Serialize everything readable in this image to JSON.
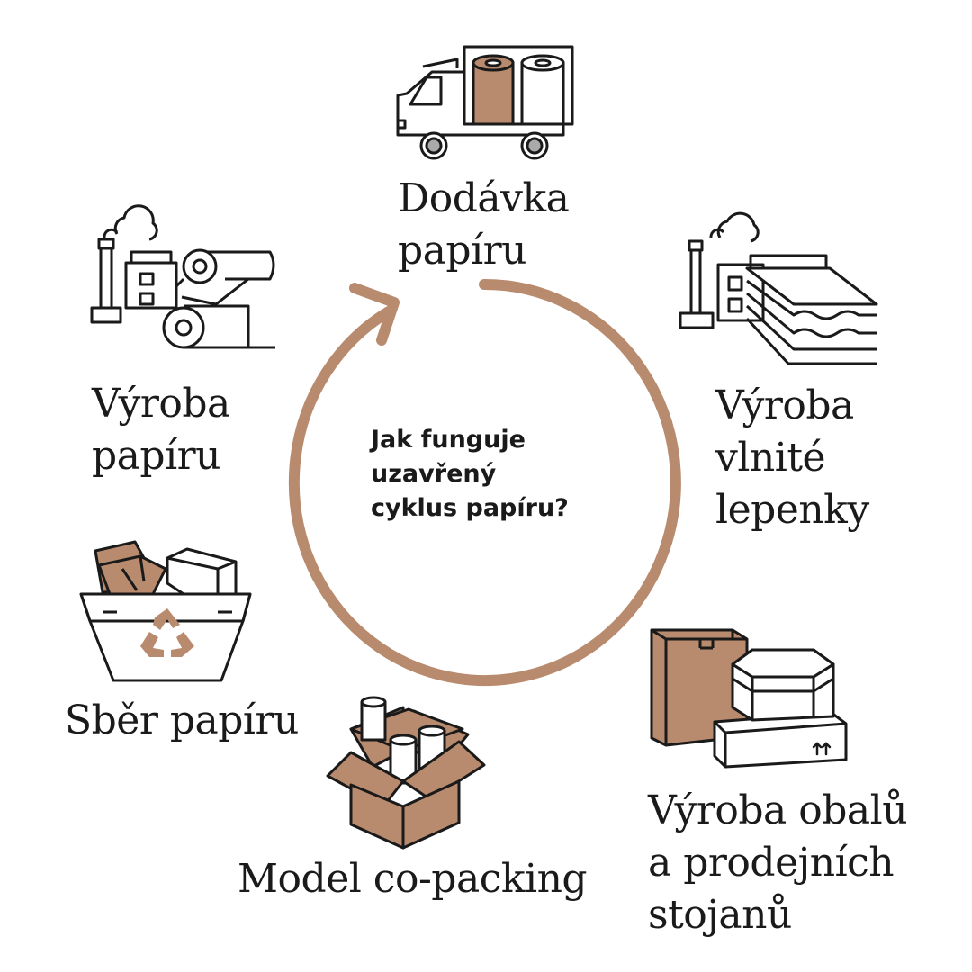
{
  "center": {
    "lines": [
      "Jak funguje",
      "uzavřený",
      "cyklus papíru?"
    ]
  },
  "stages": {
    "delivery": {
      "lines": [
        "Dodávka",
        "papíru"
      ]
    },
    "corrugated": {
      "lines": [
        "Výroba",
        "vlnité",
        "lepenky"
      ]
    },
    "packaging": {
      "lines": [
        "Výroba obalů",
        "a prodejních",
        "stojanů"
      ]
    },
    "copacking": {
      "lines": [
        "Model co-packing"
      ]
    },
    "collection": {
      "lines": [
        "Sběr papíru"
      ]
    },
    "paper_production": {
      "lines": [
        "Výroba",
        "papíru"
      ]
    }
  },
  "colors": {
    "accent": "#b98b6e",
    "ink": "#1a1a1a",
    "background": "#ffffff"
  },
  "icons": [
    "truck-icon",
    "corrugated-factory-icon",
    "boxes-icon",
    "open-box-icon",
    "recycling-bin-icon",
    "paper-mill-icon",
    "cycle-arrow-icon"
  ]
}
